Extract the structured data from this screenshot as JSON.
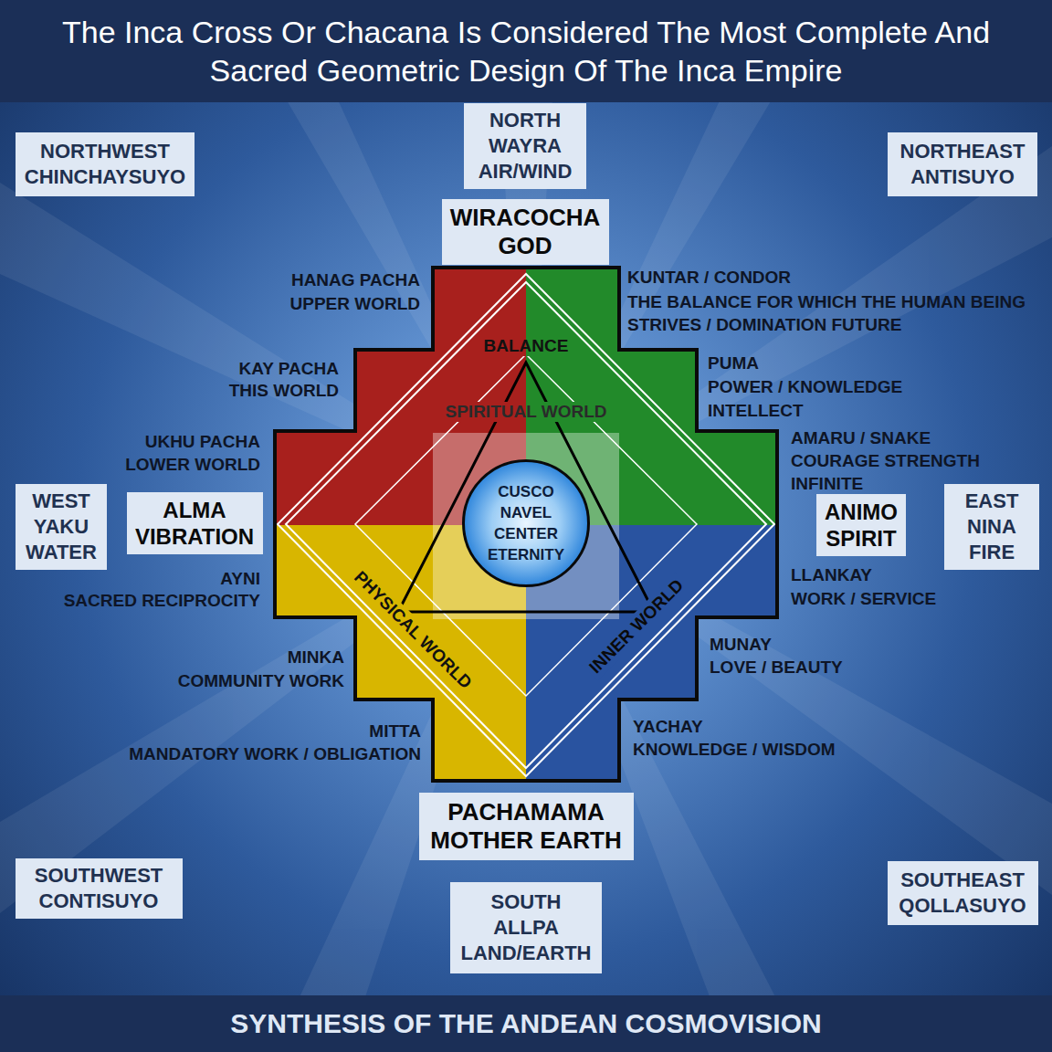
{
  "diagram": {
    "title": "The Inca Cross Or Chacana Is Considered The Most Complete And Sacred Geometric Design Of The Inca Empire",
    "caption": "SYNTHESIS OF THE ANDEAN COSMOVISION",
    "nodes": [
      {
        "text": [
          "NORTHWEST",
          "CHINCHAYSUYO"
        ]
      },
      {
        "text": [
          "NORTH",
          "WAYRA",
          "AIR/WIND"
        ]
      },
      {
        "text": [
          "NORTHEAST",
          "ANTISUYO"
        ]
      },
      {
        "text": [
          "WIRACOCHA",
          "GOD"
        ]
      },
      {
        "text": [
          "WEST",
          "YAKU",
          "WATER"
        ]
      },
      {
        "text": [
          "ALMA",
          "VIBRATION"
        ]
      },
      {
        "text": [
          "CUSCO",
          "NAVEL",
          "CENTER",
          "ETERNITY"
        ]
      },
      {
        "text": [
          "ANIMO",
          "SPIRIT"
        ]
      },
      {
        "text": [
          "EAST",
          "NINA",
          "FIRE"
        ]
      },
      {
        "text": [
          "PACHAMAMA",
          "MOTHER EARTH"
        ]
      },
      {
        "text": [
          "SOUTHWEST",
          "CONTISUYO"
        ]
      },
      {
        "text": [
          "SOUTH",
          "ALLPA",
          "LAND/EARTH"
        ]
      },
      {
        "text": [
          "SOUTHEAST",
          "QOLLASUYO"
        ]
      }
    ],
    "labels": [
      "HANAG PACHA",
      "UPPER WORLD",
      "KUNTAR / CONDOR",
      "THE BALANCE FOR WHICH THE HUMAN BEING STRIVES / DOMINATION FUTURE",
      "BALANCE",
      "SPIRITUAL WORLD",
      "KAY PACHA",
      "THIS WORLD",
      "PUMA",
      "POWER / KNOWLEDGE",
      "INTELLECT",
      "UKHU PACHA",
      "LOWER WORLD",
      "AMARU / SNAKE",
      "COURAGE STRENGTH",
      "INFINITE",
      "AYNI",
      "SACRED RECIPROCITY",
      "LLANKAY",
      "WORK / SERVICE",
      "PHYSICAL WORLD",
      "INNER WORLD",
      "MINKA",
      "COMMUNITY WORK",
      "MUNAY",
      "LOVE / BEAUTY",
      "MITTA",
      "MANDATORY WORK / OBLIGATION",
      "YACHAY",
      "KNOWLEDGE / WISDOM"
    ]
  }
}
